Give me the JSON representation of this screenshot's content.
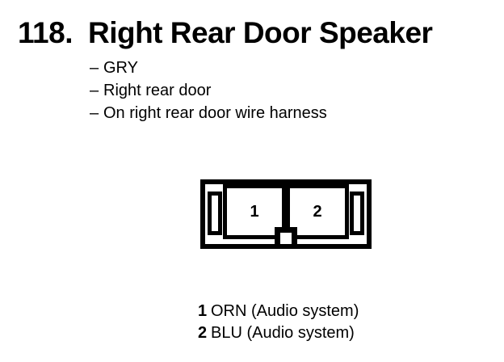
{
  "page": {
    "item_number": "118.",
    "title": "Right Rear Door Speaker",
    "bullet_char": "–",
    "details": [
      "GRY",
      "Right rear door",
      "On right rear door wire harness"
    ]
  },
  "connector": {
    "pins": [
      "1",
      "2"
    ]
  },
  "legend": {
    "rows": [
      {
        "pin": "1",
        "wire": "ORN (Audio system)"
      },
      {
        "pin": "2",
        "wire": "BLU (Audio system)"
      }
    ]
  },
  "colors": {
    "ink": "#000000",
    "paper": "#ffffff"
  }
}
